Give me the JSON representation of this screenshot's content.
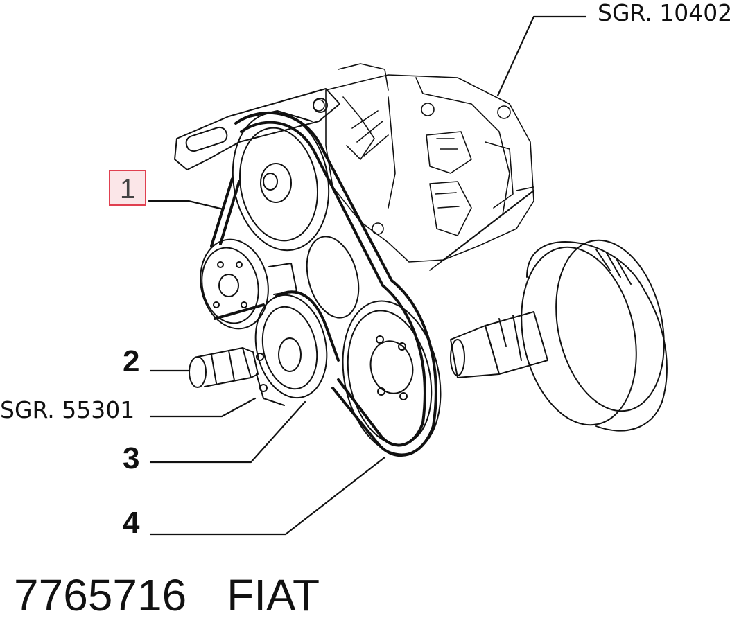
{
  "diagram": {
    "refs": {
      "top_right": "SGR. 10402",
      "left": "SGR. 55301"
    },
    "callouts": [
      "1",
      "2",
      "3",
      "4"
    ],
    "highlighted_callout": "1",
    "part_number": "7765716",
    "brand": "FIAT",
    "colors": {
      "line": "#111111",
      "highlight_border": "#e04050",
      "highlight_fill": "#fbe6e8"
    }
  }
}
